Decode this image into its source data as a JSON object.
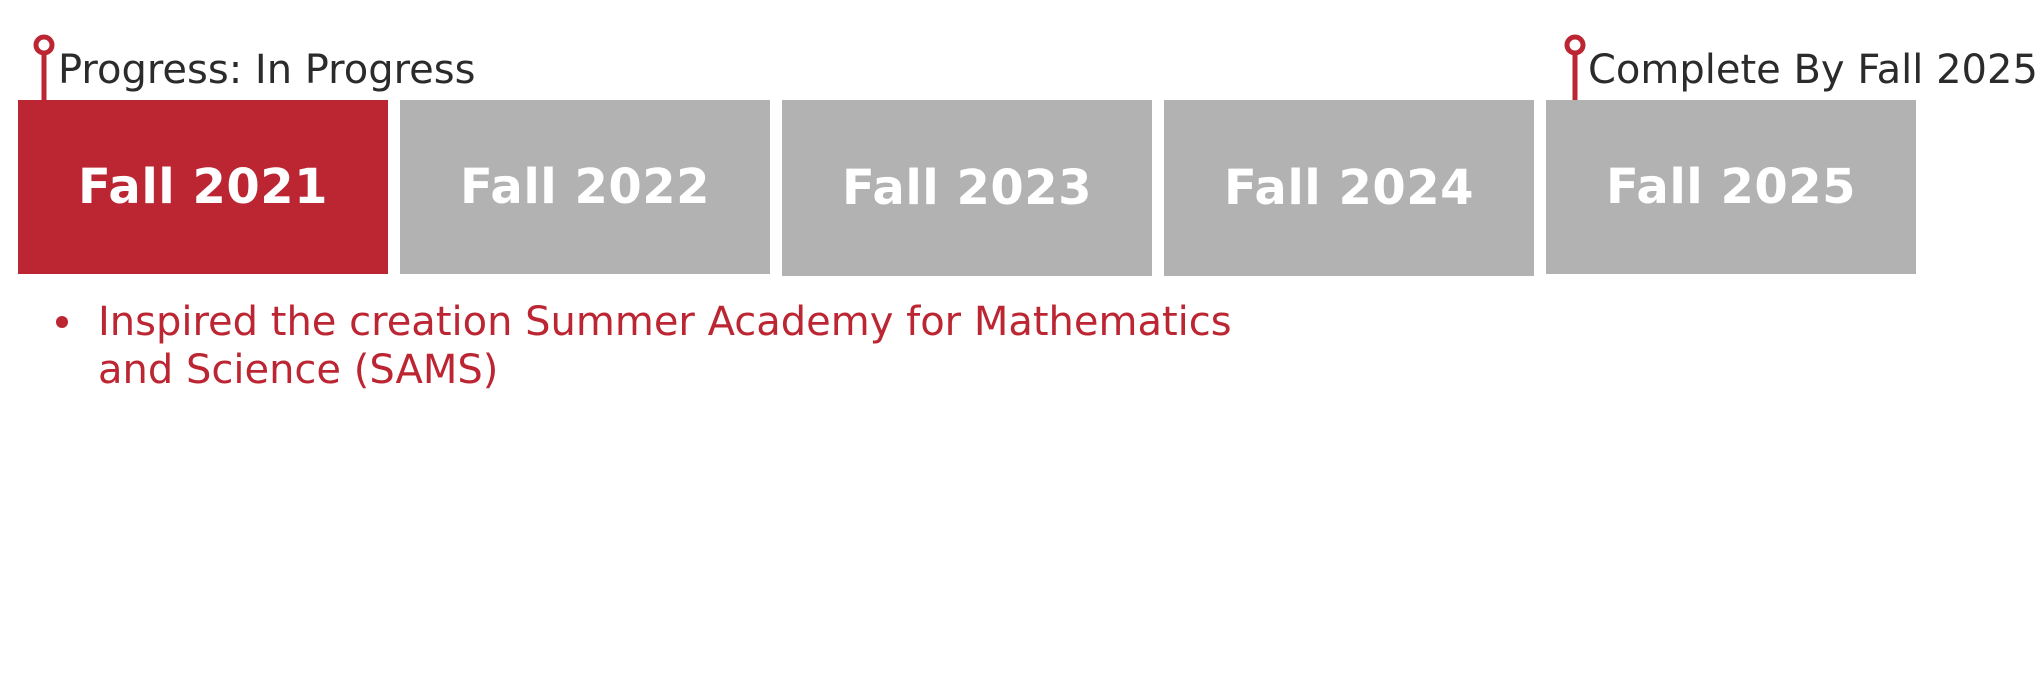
{
  "progress": {
    "status_label": "Progress: In Progress",
    "target_label": "Complete By Fall 2025",
    "current_index": 0,
    "current_semester": "Fall 2021",
    "target_semester": "Fall 2025"
  },
  "timeline": {
    "segments": [
      {
        "label": "Fall 2021",
        "state": "current"
      },
      {
        "label": "Fall 2022",
        "state": "upcoming"
      },
      {
        "label": "Fall 2023",
        "state": "upcoming"
      },
      {
        "label": "Fall 2024",
        "state": "upcoming"
      },
      {
        "label": "Fall 2025",
        "state": "upcoming"
      }
    ]
  },
  "notes": [
    "Inspired the creation Summer Academy for Mathematics and Science (SAMS)"
  ],
  "icons": {
    "progress_marker": "pin-marker-icon",
    "target_marker": "pin-marker-icon",
    "bullet": "bullet-dot-icon"
  },
  "colors": {
    "accent": "#bc2532",
    "inactive": "#b2b2b2",
    "text": "#2b2b2b",
    "segment_text": "#ffffff"
  }
}
